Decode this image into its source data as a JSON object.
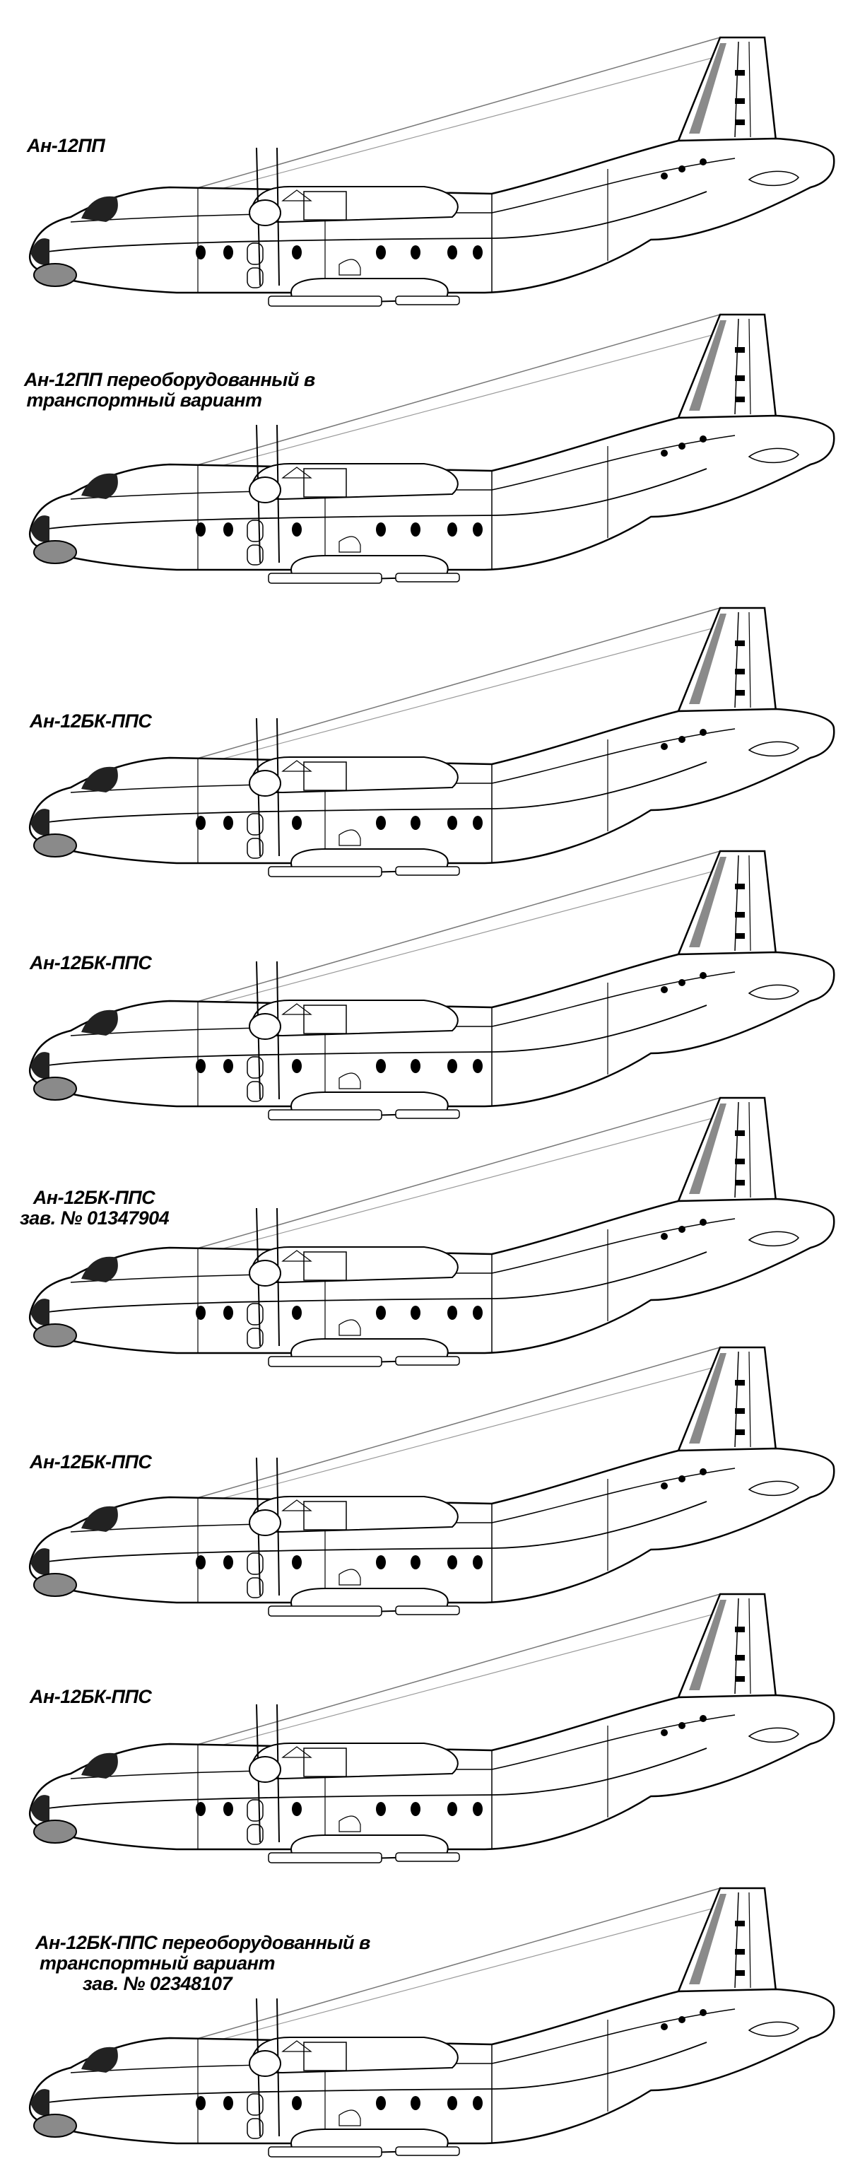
{
  "drawings": [
    {
      "lines": [
        "Ан-12ПП"
      ]
    },
    {
      "lines": [
        "Ан-12ПП переоборудованный в",
        "транспортный вариант"
      ]
    },
    {
      "lines": [
        "Ан-12БК-ППС"
      ]
    },
    {
      "lines": [
        "Ан-12БК-ППС"
      ]
    },
    {
      "lines": [
        "Ан-12БК-ППС",
        "зав. № 01347904"
      ]
    },
    {
      "lines": [
        "Ан-12БК-ППС"
      ]
    },
    {
      "lines": [
        "Ан-12БК-ППС"
      ]
    },
    {
      "lines": [
        "Ан-12БК-ППС переоборудованный в",
        "транспортный вариант",
        "зав. № 02348107"
      ]
    }
  ],
  "colors": {
    "line": "#000000",
    "grey": "#8a8a8a",
    "background": "#ffffff"
  }
}
